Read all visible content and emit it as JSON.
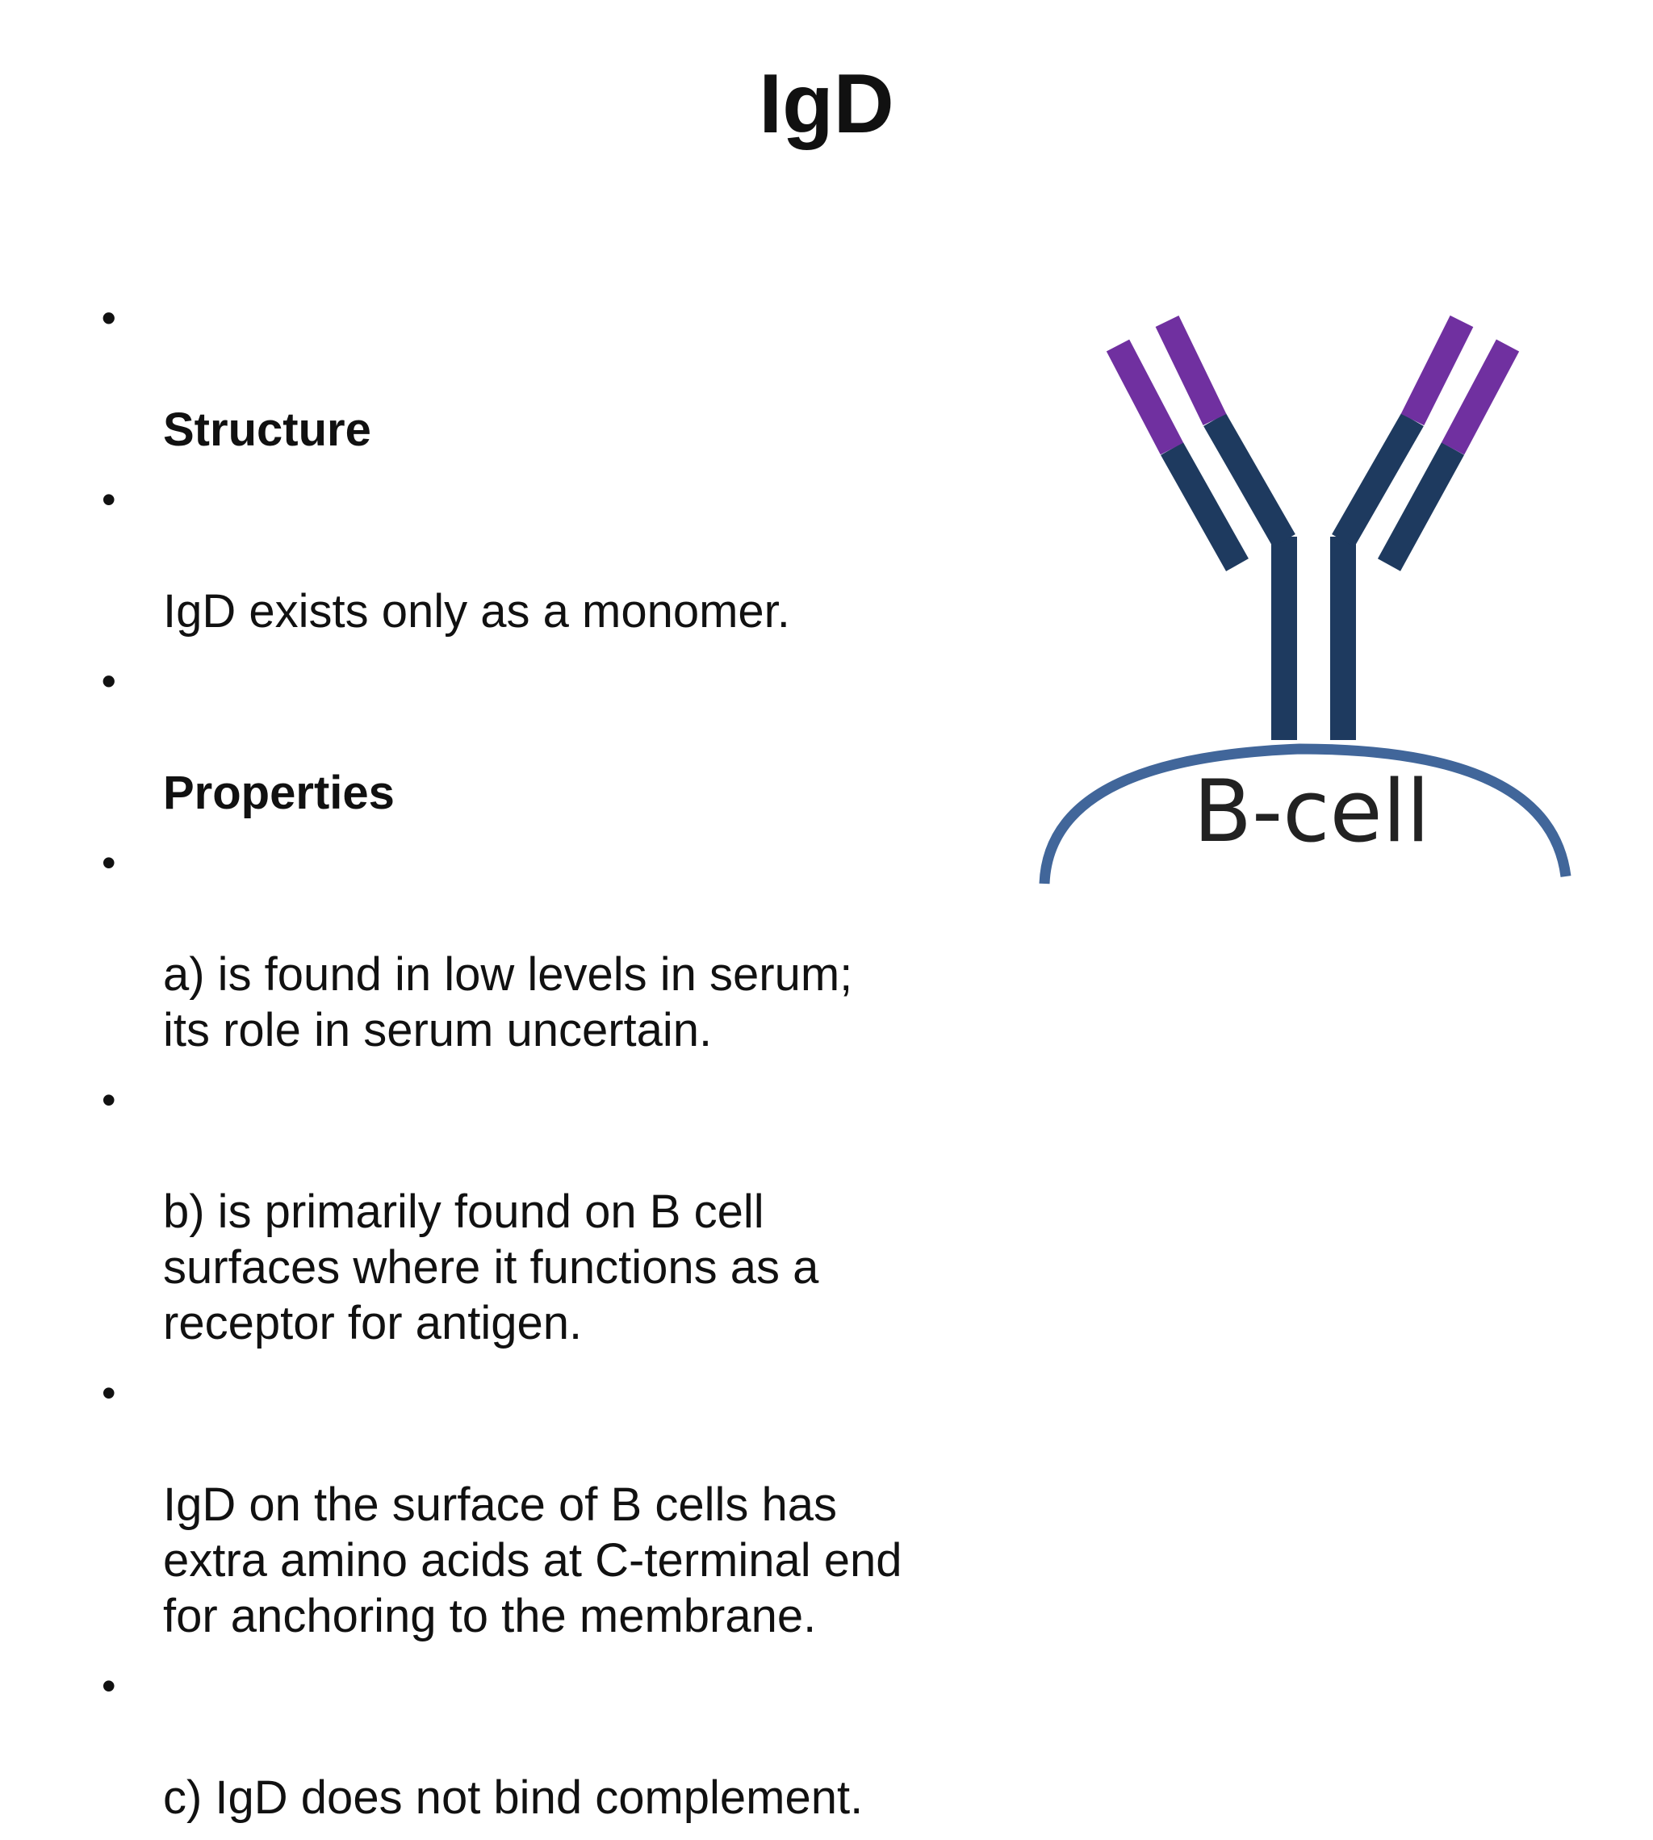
{
  "slide": {
    "title": "IgD",
    "bullets": [
      {
        "text": "Structure",
        "bold": true
      },
      {
        "text": "IgD exists only as a monomer.",
        "bold": false
      },
      {
        "text": "Properties",
        "bold": true
      },
      {
        "text": "a) is found in low levels in serum;\nits role in serum uncertain.",
        "bold": false
      },
      {
        "text": "b) is primarily found on B cell\nsurfaces where it functions as a\nreceptor for antigen.",
        "bold": false
      },
      {
        "text": "IgD on the surface of B cells has\nextra amino acids at C-terminal end\nfor anchoring to the membrane.",
        "bold": false
      },
      {
        "text": "c) IgD does not bind complement.",
        "bold": false
      }
    ],
    "bullet_symbol": "•"
  },
  "diagram": {
    "cell_label": "B-cell",
    "colors": {
      "heavy_chain": "#1e3a5f",
      "variable_region": "#7030a0",
      "membrane": "#41669a",
      "label": "#222222"
    }
  }
}
